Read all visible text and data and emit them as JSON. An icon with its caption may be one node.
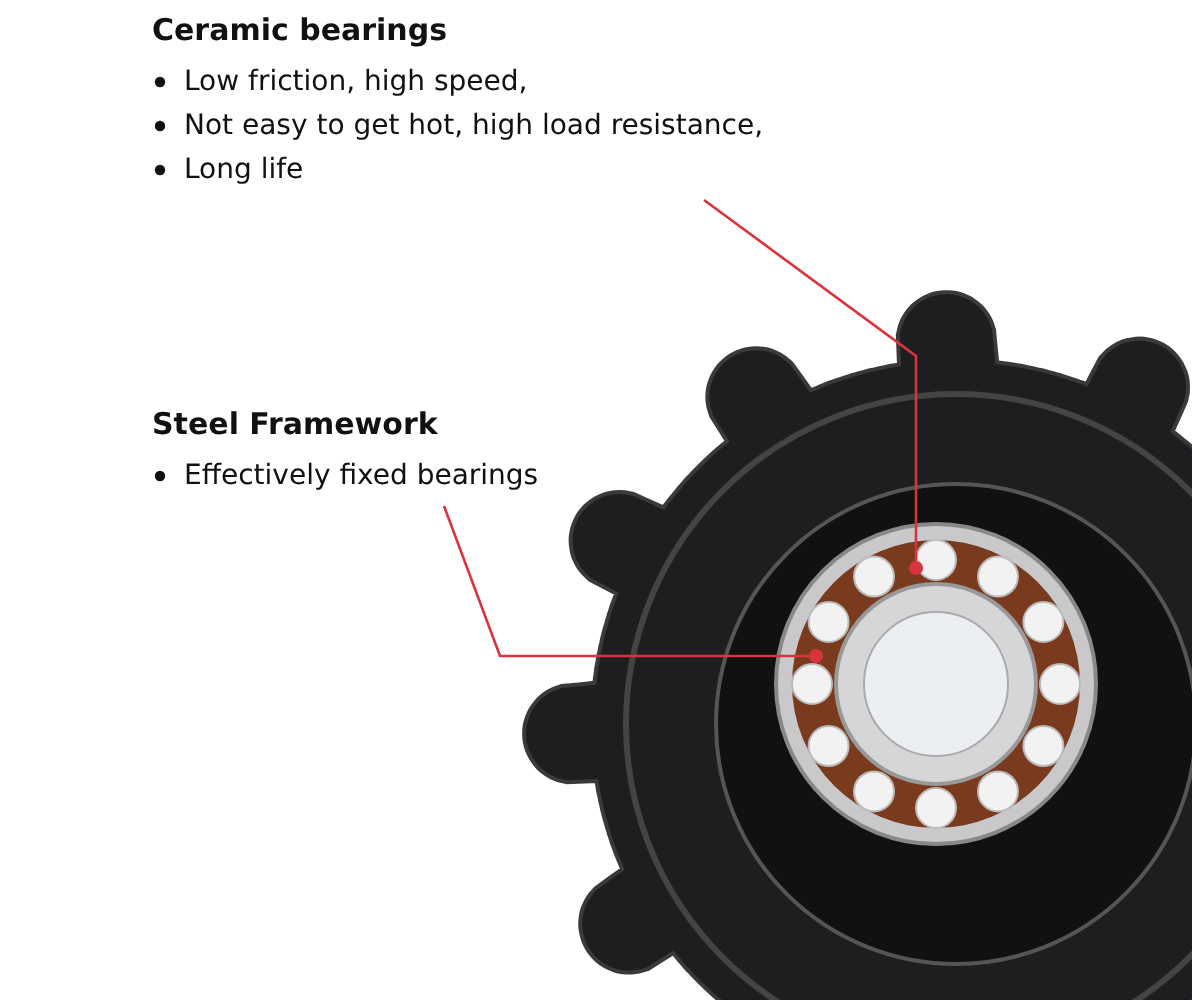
{
  "diagram": {
    "nodes": [
      {
        "text": [
          "Ceramic bearings",
          "Low friction, high speed,",
          "Not easy to get hot, high load resistance,",
          "Long life"
        ]
      },
      {
        "text": [
          "Steel Framework",
          "Effectively fixed bearings"
        ]
      }
    ],
    "edges": [
      {
        "from": 0,
        "to": null,
        "arrow": "other",
        "color": "#d8343c"
      },
      {
        "from": 1,
        "to": null,
        "arrow": "other",
        "color": "#d8343c"
      }
    ]
  }
}
